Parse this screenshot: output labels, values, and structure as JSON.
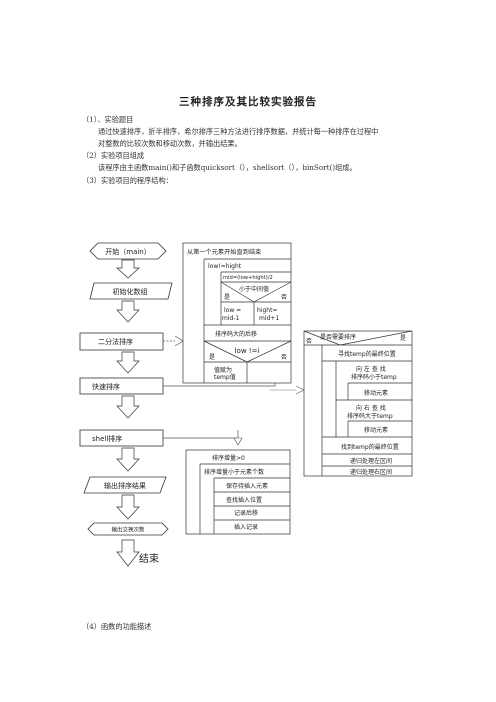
{
  "doc": {
    "title": "三种排序及其比较实验报告",
    "s1_heading": "（1）、实验题目",
    "s1_body_line1": "通过快速排序，折半排序，希尔排序三种方法进行排序数据，并统计每一种排序在过程中",
    "s1_body_line2": "对整数的比较次数和移动次数，并输出结果。",
    "s2_heading": "（2）实验项目组成",
    "s2_body": "该程序由主函数main()和子函数quicksort（），shellsort（），binSort()组成。",
    "s3_heading": "（3）实验项目的程序结构：",
    "s4_heading": "（4）函数的功能描述"
  },
  "flow": {
    "start": "开始（main）",
    "init": "初始化数组",
    "binsort": "二分法排序",
    "quicksort": "快速排序",
    "shellsort": "shell排序",
    "output_result": "输出排序结果",
    "output_count": "输出交换次数",
    "end": "结束"
  },
  "bin_nsd": {
    "loop": "从第一个元素开始直到结束",
    "while": "low!=hight",
    "mid": "mid=(low+hight)/2",
    "cond": "小于中间值",
    "yes": "是",
    "no": "否",
    "low_assign_a": "low =",
    "low_assign_b": "mid-1",
    "high_assign_a": "hight=",
    "high_assign_b": "mid+1",
    "shift": "排序码大的后移",
    "cond2": "low !=i",
    "yes2": "是",
    "no2": "否",
    "assign_a": "值赋为",
    "assign_b": "temp值"
  },
  "quick_nsd": {
    "cond": "是否需要排序",
    "no": "否",
    "yes": "是",
    "find": "寻找temp的最终位置",
    "left_a": "向  左  查  找",
    "left_b": "排序码小于temp",
    "move1": "移动元素",
    "right_a": "向  右  查  找",
    "right_b": "排序码大于temp",
    "move2": "移动元素",
    "found": "找到temp的最终位置",
    "left_rec": "递归处理左区间",
    "right_rec": "递归处理右区间"
  },
  "shell_nsd": {
    "loop": "排序增量>0",
    "inner": "排序增量小于元素个数",
    "s1": "保存待插入元素",
    "s2": "查找插入位置",
    "s3": "记录后移",
    "s4": "插入记录"
  }
}
